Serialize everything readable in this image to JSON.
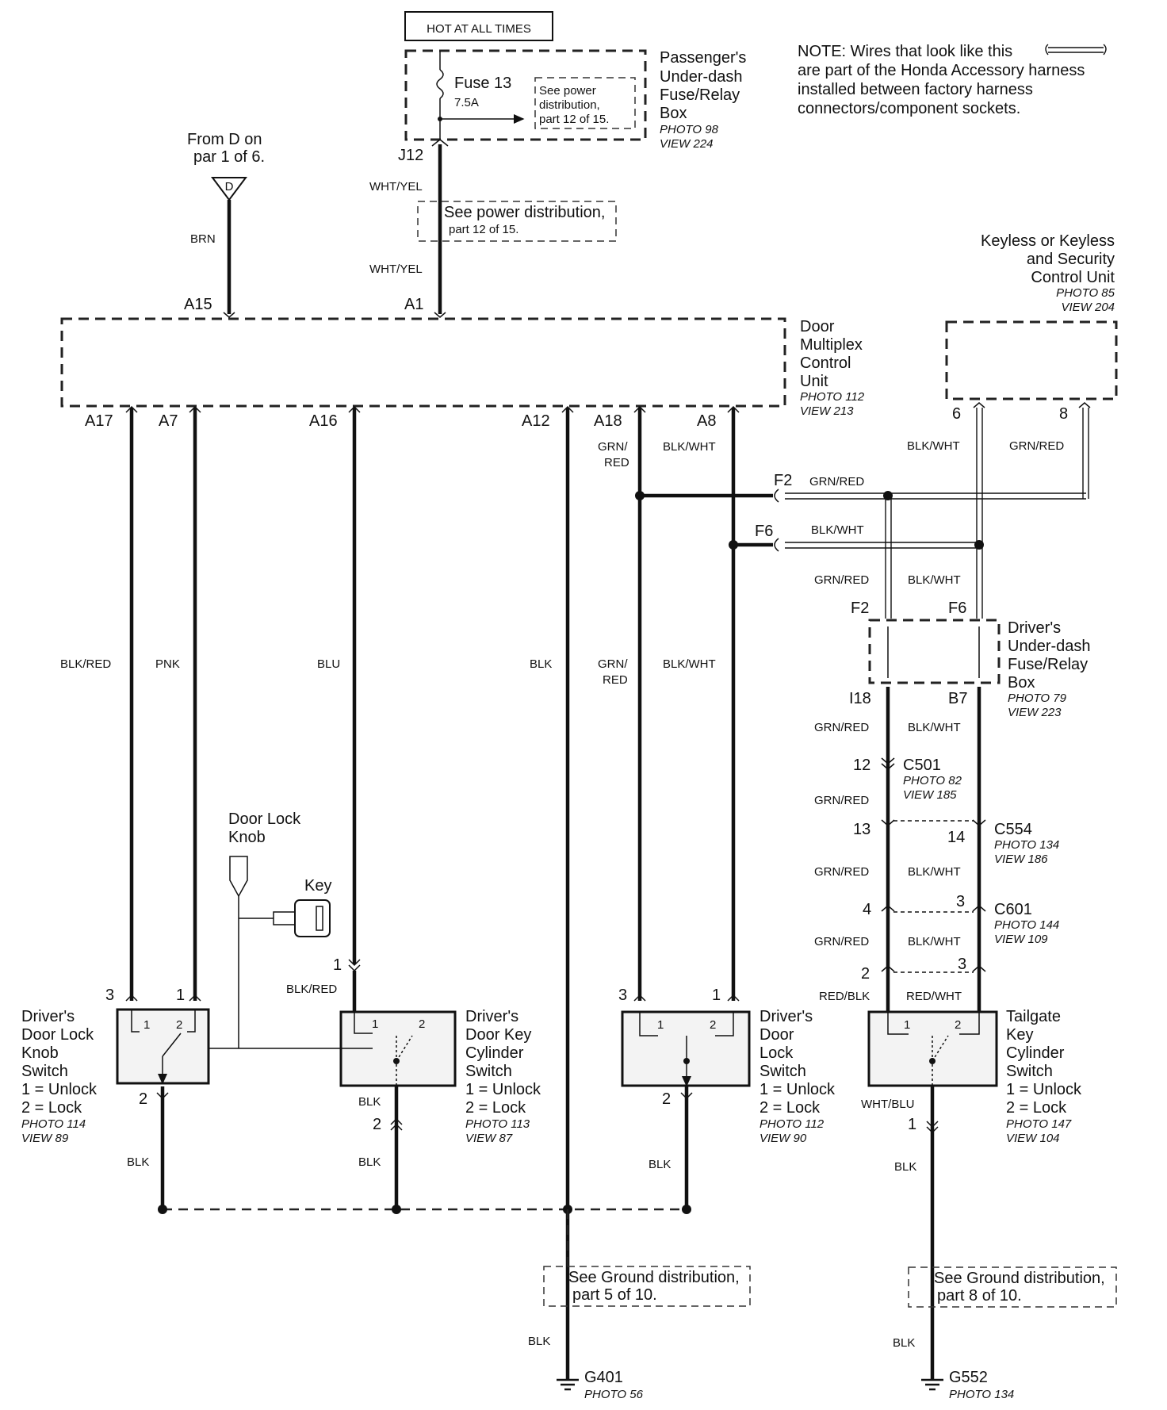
{
  "hot_label": "HOT AT ALL TIMES",
  "note": {
    "line1": "NOTE: Wires that look like this",
    "line2": "are part of the Honda Accessory harness",
    "line3": "installed between factory harness",
    "line4": "connectors/component sockets."
  },
  "pass_box": {
    "fuse": "Fuse 13",
    "fuse_rating": "7.5A",
    "see1": "See power",
    "see2": "distribution,",
    "see3": "part 12 of 15.",
    "name1": "Passenger's",
    "name2": "Under-dash",
    "name3": "Fuse/Relay",
    "name4": "Box",
    "photo": "PHOTO 98",
    "view": "VIEW 224"
  },
  "from_d": {
    "line1": "From D on",
    "line2": "par 1 of 6.",
    "symbol": "D",
    "wire": "BRN"
  },
  "j12": {
    "pin": "J12",
    "wire1": "WHT/YEL",
    "wire2": "WHT/YEL",
    "see1": "See power distribution,",
    "see2": "part 12 of 15."
  },
  "dmcu": {
    "name1": "Door",
    "name2": "Multiplex",
    "name3": "Control",
    "name4": "Unit",
    "photo": "PHOTO 112",
    "view": "VIEW 213",
    "pin_a15": "A15",
    "pin_a1": "A1",
    "pin_a17": "A17",
    "pin_a7": "A7",
    "pin_a16": "A16",
    "pin_a12": "A12",
    "pin_a18": "A18",
    "pin_a8": "A8"
  },
  "keyless": {
    "name1": "Keyless or Keyless",
    "name2": "and Security",
    "name3": "Control Unit",
    "photo": "PHOTO 85",
    "view": "VIEW 204",
    "pin6": "6",
    "pin8": "8"
  },
  "wires": {
    "a18_top1": "GRN/",
    "a18_top2": "RED",
    "a8_top": "BLK/WHT",
    "ks6": "BLK/WHT",
    "ks8": "GRN/RED",
    "f2_label": "F2",
    "f2_wire": "GRN/RED",
    "f6_label": "F6",
    "f6_wire": "BLK/WHT",
    "col_blkred": "BLK/RED",
    "col_pnk": "PNK",
    "col_blu": "BLU",
    "col_blk": "BLK",
    "col_grn1": "GRN/",
    "col_grn2": "RED",
    "col_blkwht": "BLK/WHT",
    "acc_grnred": "GRN/RED",
    "acc_blkwht": "BLK/WHT"
  },
  "drv_box": {
    "f2": "F2",
    "f6": "F6",
    "name1": "Driver's",
    "name2": "Under-dash",
    "name3": "Fuse/Relay",
    "name4": "Box",
    "photo": "PHOTO 79",
    "view": "VIEW 223",
    "i18": "I18",
    "b7": "B7",
    "w1": "GRN/RED",
    "w2": "BLK/WHT"
  },
  "c501": {
    "pin": "12",
    "name": "C501",
    "photo": "PHOTO 82",
    "view": "VIEW 185",
    "wire": "GRN/RED"
  },
  "c554": {
    "pin13": "13",
    "pin14": "14",
    "name": "C554",
    "photo": "PHOTO 134",
    "view": "VIEW 186",
    "w1": "GRN/RED",
    "w2": "BLK/WHT"
  },
  "c601": {
    "pin4": "4",
    "pin3": "3",
    "name": "C601",
    "photo": "PHOTO 144",
    "view": "VIEW 109",
    "w1": "GRN/RED",
    "w2": "BLK/WHT"
  },
  "tail_pins": {
    "pin2": "2",
    "pin3": "3",
    "w1": "RED/BLK",
    "w2": "RED/WHT"
  },
  "door_lock_knob": {
    "line1": "Door Lock",
    "line2": "Knob",
    "key": "Key"
  },
  "sw1": {
    "name1": "Driver's",
    "name2": "Door Lock",
    "name3": "Knob",
    "name4": "Switch",
    "unlock": "1 = Unlock",
    "lock": "2 = Lock",
    "photo": "PHOTO 114",
    "view": "VIEW 89",
    "pin3": "3",
    "pin1": "1",
    "pin2": "2",
    "c1": "1",
    "c2": "2",
    "wire": "BLK"
  },
  "sw2": {
    "name1": "Driver's",
    "name2": "Door Key",
    "name3": "Cylinder",
    "name4": "Switch",
    "unlock": "1 = Unlock",
    "lock": "2 = Lock",
    "photo": "PHOTO 113",
    "view": "VIEW 87",
    "pin1": "1",
    "top_wire": "BLK/RED",
    "c1": "1",
    "c2": "2",
    "wire1": "BLK",
    "pin2": "2",
    "wire2": "BLK"
  },
  "sw3": {
    "name1": "Driver's",
    "name2": "Door",
    "name3": "Lock",
    "name4": "Switch",
    "unlock": "1 = Unlock",
    "lock": "2 = Lock",
    "photo": "PHOTO 112",
    "view": "VIEW 90",
    "pin3": "3",
    "pin1": "1",
    "c1": "1",
    "c2": "2",
    "pin2": "2",
    "wire": "BLK"
  },
  "sw4": {
    "name1": "Tailgate",
    "name2": "Key",
    "name3": "Cylinder",
    "name4": "Switch",
    "unlock": "1 = Unlock",
    "lock": "2 = Lock",
    "photo": "PHOTO 147",
    "view": "VIEW 104",
    "c1": "1",
    "c2": "2",
    "bot_wire": "WHT/BLU",
    "pin1": "1",
    "wire": "BLK"
  },
  "ground_left": {
    "see1": "See Ground distribution,",
    "see2": "part 5 of 10.",
    "wire": "BLK",
    "name": "G401",
    "photo": "PHOTO 56"
  },
  "ground_right": {
    "see1": "See Ground distribution,",
    "see2": "part 8 of 10.",
    "wire": "BLK",
    "name": "G552",
    "photo": "PHOTO 134"
  }
}
